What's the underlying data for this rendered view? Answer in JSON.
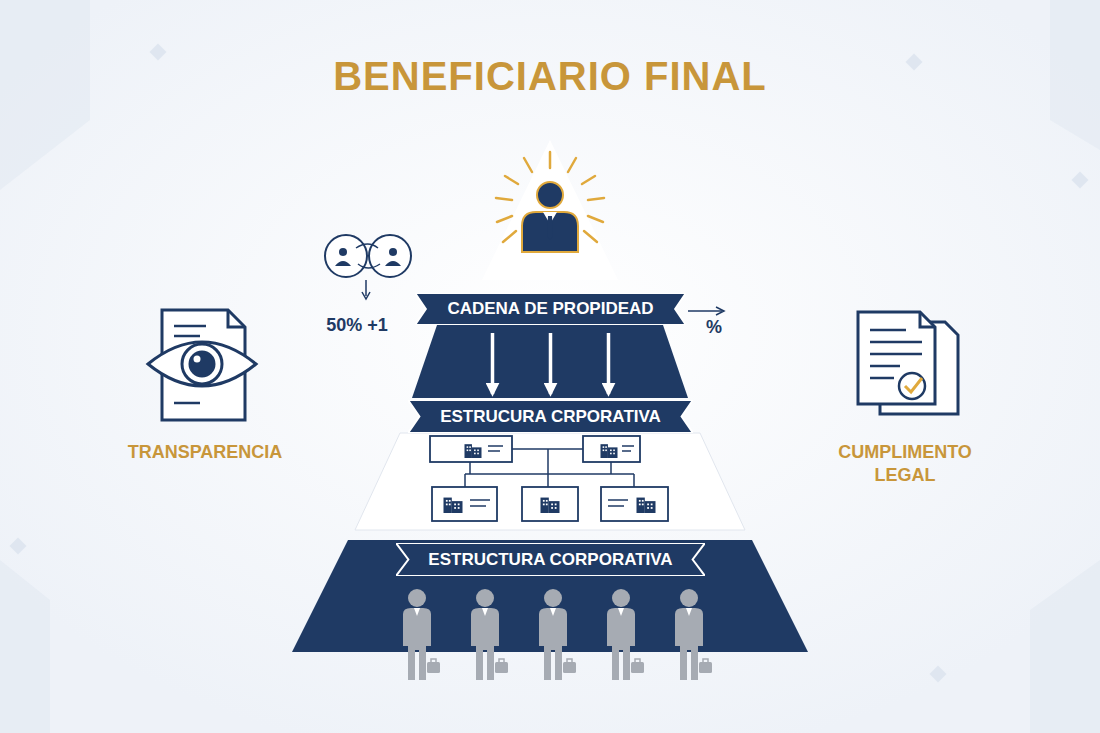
{
  "diagram": {
    "title": "BENEFICIARIO FINAL",
    "nodes": [
      {
        "text": [
          "CADENA DE PROPIDEAD"
        ]
      },
      {
        "text": [
          "ESTRUCURA CRPORATIVA"
        ]
      },
      {
        "text": [
          "ESTRUCTURA CORPORATIVA"
        ]
      }
    ],
    "edges": [
      {
        "from": 0,
        "to": 1,
        "arrow": "to"
      },
      {
        "from": 0,
        "to": 1,
        "arrow": "to"
      },
      {
        "from": 0,
        "to": 1,
        "arrow": "to"
      }
    ],
    "labels": [
      "50% +1",
      "%",
      "TRANSPARENCIA",
      "CUMPLIMENTO LEGAL"
    ]
  }
}
